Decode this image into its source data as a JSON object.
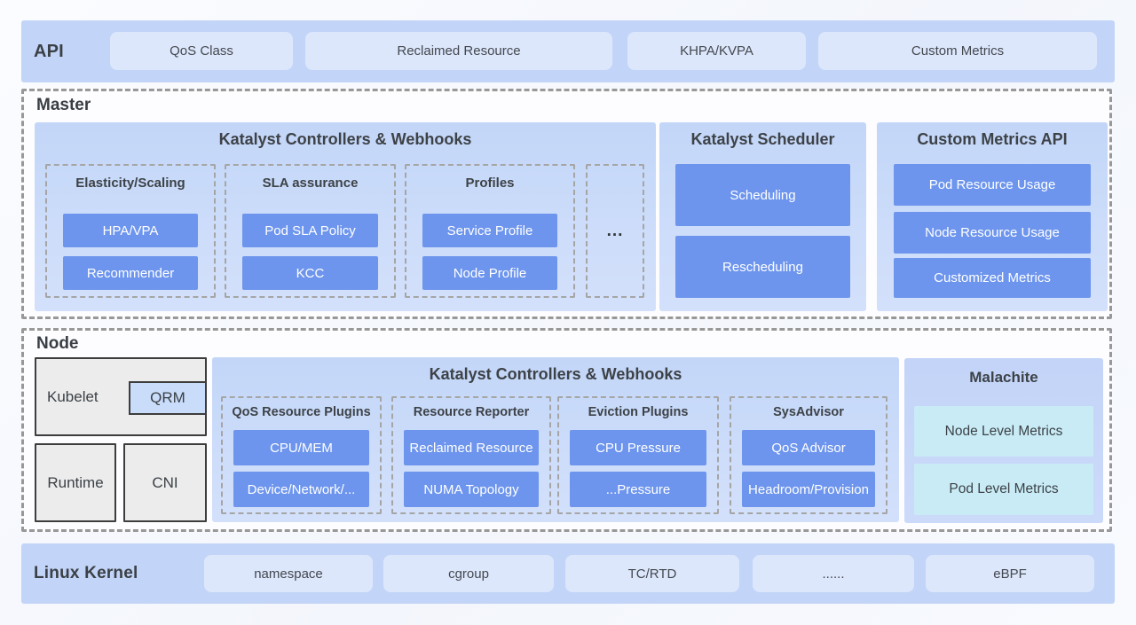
{
  "api_bar": {
    "label": "API",
    "items": [
      "QoS Class",
      "Reclaimed Resource",
      "KHPA/KVPA",
      "Custom Metrics"
    ]
  },
  "master": {
    "label": "Master",
    "controllers": {
      "title": "Katalyst Controllers & Webhooks",
      "groups": [
        {
          "title": "Elasticity/Scaling",
          "buttons": [
            "HPA/VPA",
            "Recommender"
          ]
        },
        {
          "title": "SLA assurance",
          "buttons": [
            "Pod SLA Policy",
            "KCC"
          ]
        },
        {
          "title": "Profiles",
          "buttons": [
            "Service Profile",
            "Node Profile"
          ]
        }
      ],
      "ellipsis": "..."
    },
    "scheduler": {
      "title": "Katalyst Scheduler",
      "buttons": [
        "Scheduling",
        "Rescheduling"
      ]
    },
    "custom_metrics_api": {
      "title": "Custom Metrics API",
      "buttons": [
        "Pod Resource Usage",
        "Node Resource Usage",
        "Customized Metrics"
      ]
    }
  },
  "node": {
    "label": "Node",
    "kubelet": {
      "label": "Kubelet",
      "qrm_label": "QRM"
    },
    "runtime_label": "Runtime",
    "cni_label": "CNI",
    "agent": {
      "title": "Katalyst Controllers & Webhooks",
      "groups": [
        {
          "title": "QoS Resource Plugins",
          "buttons": [
            "CPU/MEM",
            "Device/Network/..."
          ]
        },
        {
          "title": "Resource Reporter",
          "buttons": [
            "Reclaimed Resource",
            "NUMA Topology"
          ]
        },
        {
          "title": "Eviction Plugins",
          "buttons": [
            "CPU Pressure",
            "...Pressure"
          ]
        },
        {
          "title": "SysAdvisor",
          "buttons": [
            "QoS Advisor",
            "Headroom/Provision"
          ]
        }
      ]
    },
    "malachite": {
      "title": "Malachite",
      "items": [
        "Node Level Metrics",
        "Pod Level Metrics"
      ]
    }
  },
  "kernel_bar": {
    "label": "Linux Kernel",
    "items": [
      "namespace",
      "cgroup",
      "TC/RTD",
      "......",
      "eBPF"
    ]
  },
  "colors": {
    "bar_blue": "#c2d4f7",
    "panel_blue_top": "#c3d6f8",
    "panel_blue_bottom": "#d3e0fb",
    "chip_light": "#dce7fc",
    "button_blue": "#6d95ed",
    "metric_cyan": "#c8ebf5",
    "gray_box": "#ececec"
  }
}
